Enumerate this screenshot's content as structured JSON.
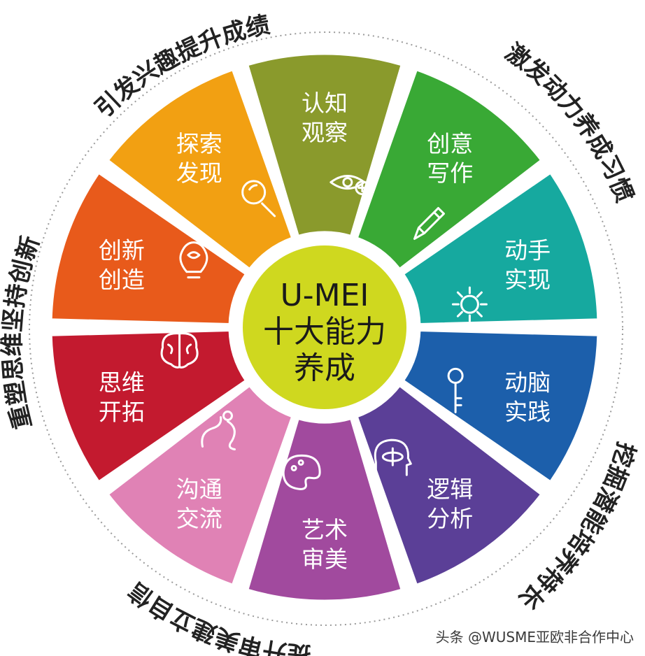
{
  "center": {
    "line1": "U-MEI",
    "line2": "十大能力",
    "line3": "养成",
    "color": "#cfd81f"
  },
  "petals": [
    {
      "name": "认知观察",
      "line1": "认知",
      "line2": "观察",
      "color": "#8a9a2c",
      "icon": "eye-plus-icon"
    },
    {
      "name": "创意写作",
      "line1": "创意",
      "line2": "写作",
      "color": "#39a935",
      "icon": "pencil-icon"
    },
    {
      "name": "动手实现",
      "line1": "动手",
      "line2": "实现",
      "color": "#16a99f",
      "icon": "gear-icon"
    },
    {
      "name": "动脑实践",
      "line1": "动脑",
      "line2": "实践",
      "color": "#1c5fab",
      "icon": "key-icon"
    },
    {
      "name": "逻辑分析",
      "line1": "逻辑",
      "line2": "分析",
      "color": "#5b3f97",
      "icon": "atom-head-icon"
    },
    {
      "name": "艺术审美",
      "line1": "艺术",
      "line2": "审美",
      "color": "#a14a9e",
      "icon": "palette-icon"
    },
    {
      "name": "沟通交流",
      "line1": "沟通",
      "line2": "交流",
      "color": "#e082b5",
      "icon": "people-icon"
    },
    {
      "name": "思维开拓",
      "line1": "思维",
      "line2": "开拓",
      "color": "#c31a2f",
      "icon": "brain-icon"
    },
    {
      "name": "创新创造",
      "line1": "创新",
      "line2": "创造",
      "color": "#e85a1b",
      "icon": "bulb-icon"
    },
    {
      "name": "探索发现",
      "line1": "探索",
      "line2": "发现",
      "color": "#f2a012",
      "icon": "magnifier-icon"
    }
  ],
  "ring_labels": {
    "top": "引发兴趣提升成绩",
    "right": "激发动力养成习惯",
    "bottom_right": "挖掘潜能培养特长",
    "bottom": "提升审美建立自信",
    "left": "重塑思维坚持创新"
  },
  "footer": "头条 @WUSME亚欧非合作中心"
}
